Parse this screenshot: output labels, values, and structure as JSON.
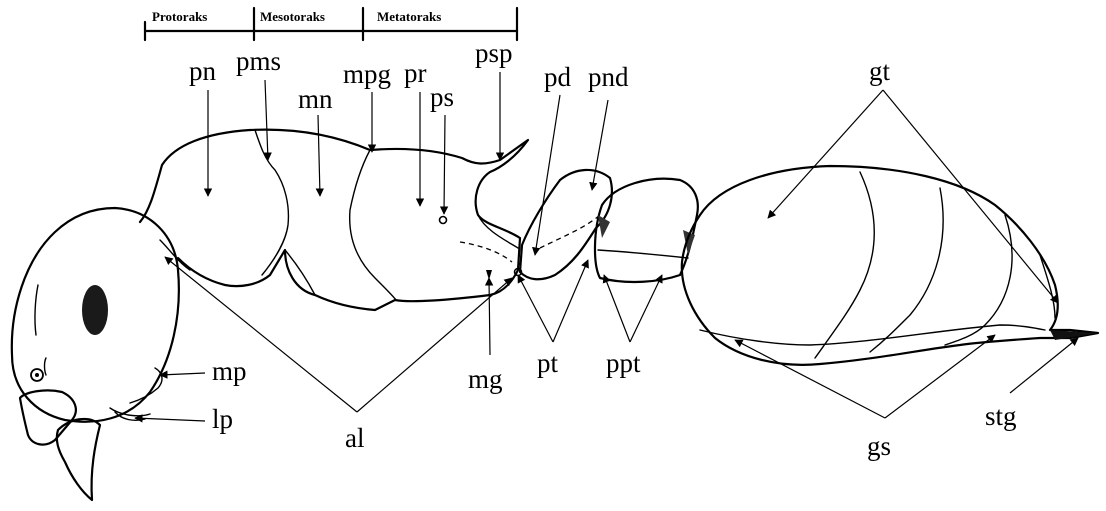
{
  "segments": {
    "protoraks": "Protoraks",
    "mesotoraks": "Mesotoraks",
    "metatoraks": "Metatoraks"
  },
  "labels": {
    "pn": "pn",
    "pms": "pms",
    "mn": "mn",
    "mpg": "mpg",
    "pr": "pr",
    "ps": "ps",
    "psp": "psp",
    "pd": "pd",
    "pnd": "pnd",
    "gt": "gt",
    "mp": "mp",
    "lp": "lp",
    "al": "al",
    "mg": "mg",
    "pt": "pt",
    "ppt": "ppt",
    "stg": "stg",
    "gs": "gs"
  }
}
